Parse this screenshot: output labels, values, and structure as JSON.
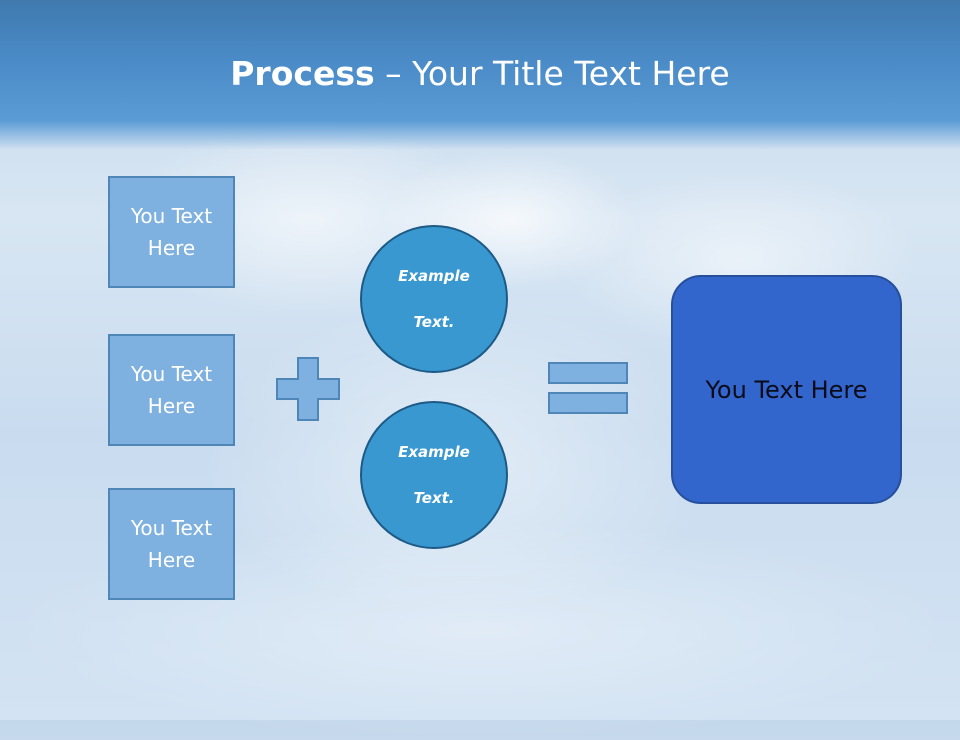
{
  "title": {
    "bold": "Process",
    "rest": " – Your Title Text Here"
  },
  "inputs": [
    {
      "line1": "You Text",
      "line2": "Here"
    },
    {
      "line1": "You Text",
      "line2": "Here"
    },
    {
      "line1": "You Text",
      "line2": "Here"
    }
  ],
  "circles": [
    {
      "line1": "Example",
      "line2": "Text."
    },
    {
      "line1": "Example",
      "line2": "Text."
    }
  ],
  "result": {
    "label": "You Text Here"
  },
  "colors": {
    "header": "#4a8bc7",
    "box_fill": "#7fb1e0",
    "circle_fill": "#3898cf",
    "result_fill": "#3366cc"
  },
  "icons": {
    "plus": "plus-icon",
    "equals": "equals-icon"
  }
}
